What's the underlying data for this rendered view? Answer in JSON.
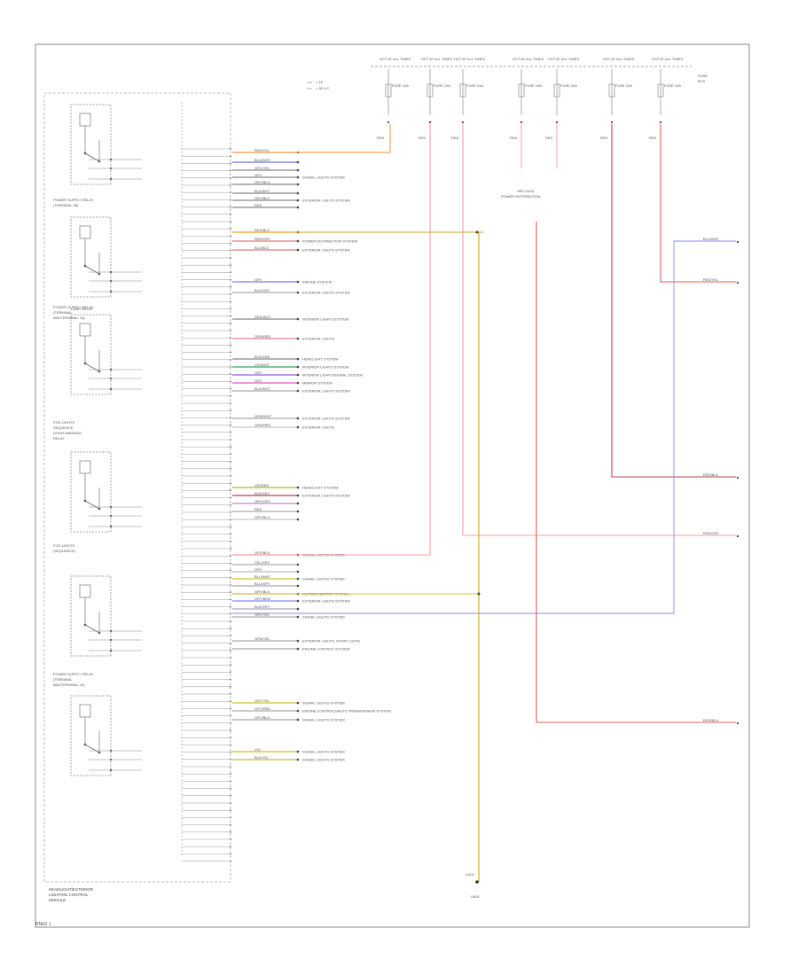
{
  "frame": {
    "page_ref": "RNE0 1"
  },
  "module": {
    "title_lines": [
      "HEADLIGHT SWITCH",
      "(HIGH BEAM)",
      "SWITCH"
    ],
    "bottom_lines": [
      "HEADLIGHT/EXTERIOR",
      "LIGHTING CONTROL",
      "MODULE"
    ]
  },
  "relays": [
    {
      "label_lines": [
        "POWER SUPPLY RELAY",
        "(TERMINAL 58)"
      ]
    },
    {
      "label_lines": [
        "LAMP RELAY"
      ]
    },
    {
      "label_lines": [
        "POWER SUPPLY RELAY",
        "(TERMINAL",
        "58D/TERMINAL 15)"
      ]
    },
    {
      "label_lines": [
        "FOG LIGHTS",
        "SEQUENCE",
        "DOOR WARNING",
        "RELAY"
      ]
    },
    {
      "label_lines": [
        "FOG LIGHTS",
        "(SEQUENCE)"
      ]
    },
    {
      "label_lines": [
        "POWER SUPPLY RELAY",
        "(TERMINAL",
        "58D/TERMINAL 15)"
      ]
    }
  ],
  "legend": {
    "items": [
      "= 15",
      "= 30 L/C"
    ]
  },
  "fuses": [
    {
      "top": "HOT AT ALL TIMES",
      "name": "FUSE 10A",
      "wire": "RED"
    },
    {
      "top": "HOT AT ALL TIMES",
      "name": "FUSE 10A",
      "wire": "RED"
    },
    {
      "top": "HOT AT ALL TIMES",
      "name": "FUSE 10A",
      "wire": "RED"
    },
    {
      "top": "HOT AT ALL TIMES",
      "name": "FUSE 10A",
      "wire": "RED"
    },
    {
      "top": "HOT AT ALL TIMES",
      "name": "FUSE 10A",
      "wire": "RED"
    },
    {
      "top": "HOT AT ALL TIMES",
      "name": "FUSE 10A",
      "wire": "RED"
    },
    {
      "top": "HOT AT ALL TIMES",
      "name": "FUSE 10A",
      "wire": "RED"
    }
  ],
  "fusebox_label": [
    "FUSE",
    "BOX"
  ],
  "junction_label": [
    "SEE DATA",
    "POWER DISTRIBUTION"
  ],
  "ground": {
    "code": "G101",
    "point": "G401"
  },
  "wires": [
    {
      "color": "RED/YEL",
      "desc": ""
    },
    {
      "color": "BLU/WHT",
      "desc": ""
    },
    {
      "color": "GRY/YEL",
      "desc": ""
    },
    {
      "color": "GRY",
      "desc": "SIGNAL LIGHTS SYSTEM"
    },
    {
      "color": "GRY/BLU",
      "desc": ""
    },
    {
      "color": "BLK/WHT",
      "desc": ""
    },
    {
      "color": "GRY/BLK",
      "desc": "EXTERIOR LIGHTS SYSTEM"
    },
    {
      "color": "RED",
      "desc": ""
    },
    {
      "color": "RED/BLK",
      "desc": ""
    },
    {
      "color": "RED/GRY",
      "desc": "POWER DISTRIBUTION SYSTEM"
    },
    {
      "color": "BLU/BLK",
      "desc": "EXTERIOR LIGHTS SYSTEM"
    },
    {
      "color": "GRY",
      "desc": "ENGINE SYSTEM"
    },
    {
      "color": "BLK/GRY",
      "desc": "EXTERIOR LIGHTS SYSTEM"
    },
    {
      "color": "RED/WHT",
      "desc": "INTERIOR LIGHTS SYSTEM"
    },
    {
      "color": "GRN/RED",
      "desc": "EXTERIOR LIGHTS"
    },
    {
      "color": "BLK/GRN",
      "desc": "HEADLIGHT SYSTEM"
    },
    {
      "color": "VIO/WHT",
      "desc": "INTERIOR LIGHTS SYSTEM"
    },
    {
      "color": "GRY",
      "desc": "INTERIOR LIGHTS/SIGNAL SYSTEM"
    },
    {
      "color": "GRY",
      "desc": "MIRROR SYSTEM"
    },
    {
      "color": "BLK/WHT",
      "desc": "EXTERIOR LIGHTS SYSTEM"
    },
    {
      "color": "GRN/WHT",
      "desc": "EXTERIOR LIGHTS SYSTEM"
    },
    {
      "color": "GRN/RED",
      "desc": "EXTERIOR LIGHTS"
    },
    {
      "color": "VIO/RED",
      "desc": "HEADLIGHT SYSTEM"
    },
    {
      "color": "BLK/GRY",
      "desc": "EXTERIOR LIGHTS SYSTEM"
    },
    {
      "color": "GRY/GRY",
      "desc": ""
    },
    {
      "color": "RED",
      "desc": ""
    },
    {
      "color": "GRY/BLU",
      "desc": ""
    },
    {
      "color": "GRY/BLK",
      "desc": "SIGNAL LIGHTS SYSTEM"
    },
    {
      "color": "YEL/GRY",
      "desc": ""
    },
    {
      "color": "GRY",
      "desc": ""
    },
    {
      "color": "BLU/WHT",
      "desc": "SIGNAL LIGHTS SYSTEM"
    },
    {
      "color": "BLU/GRY",
      "desc": ""
    },
    {
      "color": "GRY/BLK",
      "desc": "OUTSIDE MIRROR SYSTEM"
    },
    {
      "color": "GRY/BRN",
      "desc": "EXTERIOR LIGHTS SYSTEM"
    },
    {
      "color": "BLK/GRY",
      "desc": ""
    },
    {
      "color": "GRY/YEL",
      "desc": "SIGNAL LIGHTS SYSTEM"
    },
    {
      "color": "GRN/YEL",
      "desc": "EXTERIOR LIGHTS, DOOR LOCKS"
    },
    {
      "color": "",
      "desc": "ENGINE CONTROL SYSTEM"
    },
    {
      "color": "GRY/YEL",
      "desc": "SIGNAL LIGHTS SYSTEM"
    },
    {
      "color": "GRY/RED",
      "desc": "ENGINE CONTROLS/AUTO TRANSMISSION SYSTEM"
    },
    {
      "color": "GRY/BLK",
      "desc": "SIGNAL LIGHTS SYSTEM"
    },
    {
      "color": "VIO",
      "desc": "SIGNAL LIGHTS SYSTEM"
    },
    {
      "color": "BLK/YEL",
      "desc": "SIGNAL LIGHTS SYSTEM"
    }
  ],
  "right_outputs": [
    {
      "label": "BLU/WHT"
    },
    {
      "label": "RED/YEL"
    },
    {
      "label": "RED/BLK"
    },
    {
      "label": "RED/GRY"
    },
    {
      "label": "RED/BLU"
    }
  ]
}
